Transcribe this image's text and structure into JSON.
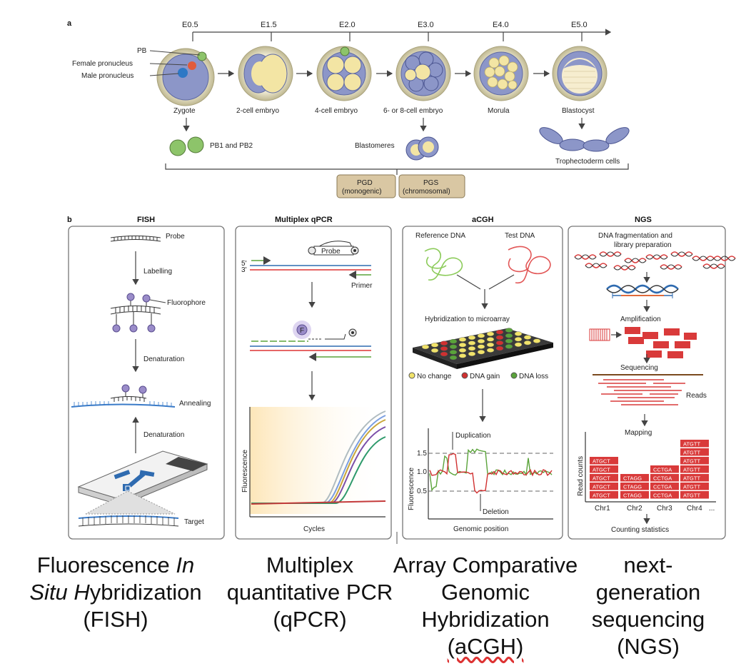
{
  "panel_a": {
    "label": "a",
    "timepoints": [
      "E0.5",
      "E1.5",
      "E2.0",
      "E3.0",
      "E4.0",
      "E5.0"
    ],
    "stages": [
      "Zygote",
      "2-cell embryo",
      "4-cell embryo",
      "6- or 8-cell embryo",
      "Morula",
      "Blastocyst"
    ],
    "zygote_labels": {
      "pb": "PB",
      "female": "Female pronucleus",
      "male": "Male pronucleus"
    },
    "samples": {
      "pb": "PB1 and PB2",
      "blastomeres": "Blastomeres",
      "trophectoderm": "Trophectoderm cells"
    },
    "pgd": {
      "line1": "PGD",
      "line2": "(monogenic)"
    },
    "pgs": {
      "line1": "PGS",
      "line2": "(chromosomal)"
    }
  },
  "panel_b": {
    "label": "b",
    "fish": {
      "title": "FISH",
      "probe": "Probe",
      "labelling": "Labelling",
      "fluorophore": "Fluorophore",
      "denaturation1": "Denaturation",
      "annealing": "Annealing",
      "denaturation2": "Denaturation",
      "target": "Target"
    },
    "qpcr": {
      "title": "Multiplex qPCR",
      "probe": "Probe",
      "primer": "Primer",
      "five_prime": "5'",
      "three_prime": "3'",
      "f_label": "F",
      "ylabel": "Fluorescence",
      "xlabel": "Cycles"
    },
    "acgh": {
      "title": "aCGH",
      "reference": "Reference DNA",
      "test": "Test DNA",
      "hybridization": "Hybridization to microarray",
      "legend_no_change": "No change",
      "legend_gain": "DNA gain",
      "legend_loss": "DNA loss",
      "duplication": "Duplication",
      "deletion": "Deletion",
      "ylabel": "Fluorescence",
      "xlabel": "Genomic position",
      "ticks": [
        "1.5",
        "1.0",
        "0.5"
      ]
    },
    "ngs": {
      "title": "NGS",
      "step1_line1": "DNA fragmentation and",
      "step1_line2": "library preparation",
      "amplification": "Amplification",
      "sequencing": "Sequencing",
      "reads": "Reads",
      "mapping": "Mapping",
      "ylabel": "Read counts",
      "chromosomes": [
        "Chr1",
        "Chr2",
        "Chr3",
        "Chr4",
        "..."
      ],
      "counting": "Counting statistics",
      "chr_reads": [
        [
          "ATGCT",
          "ATGCT",
          "ATGCT",
          "ATGCT",
          "ATGCT"
        ],
        [
          "CTAGG",
          "CTAGG",
          "CTAGG"
        ],
        [
          "CCTGA",
          "CCTGA",
          "CCTGA",
          "CCTGA"
        ],
        [
          "ATGTT",
          "ATGTT",
          "ATGTT",
          "ATGTT",
          "ATGTT",
          "ATGTT",
          "ATGTT"
        ]
      ]
    }
  },
  "captions": {
    "fish": {
      "l1a": "Fluorescence ",
      "l1b": "In",
      "l2a": "Situ H",
      "l2b": "ybridization",
      "l3": "(FISH)"
    },
    "qpcr": {
      "l1": "Multiplex",
      "l2": "quantitative PCR",
      "l3": "(qPCR)"
    },
    "acgh": {
      "l1": "Array Comparative",
      "l2": "Genomic",
      "l3": "Hybridization",
      "l4": "(aCGH)"
    },
    "ngs": {
      "l1": "next-",
      "l2": "generation",
      "l3": "sequencing",
      "l4": "(NGS)"
    }
  },
  "colors": {
    "cell_purple": "#8c96c8",
    "cell_yellow": "#f3e5a4",
    "zona": "#dcd7b8",
    "green_pb": "#8dc46a",
    "box_tan": "#d9c7a3",
    "ngs_red": "#d93a3a",
    "bg_fill": "#fbe9c6"
  }
}
